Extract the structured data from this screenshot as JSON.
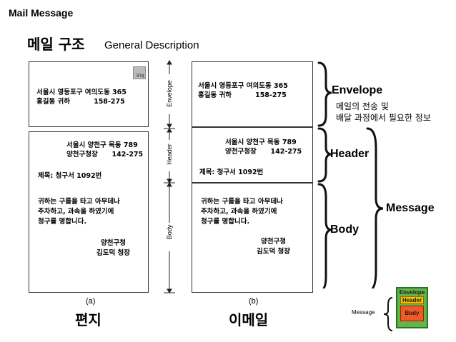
{
  "slide": {
    "title": "Mail Message",
    "heading": "메일 구조",
    "subheading": "General Description"
  },
  "letter": {
    "envelope_address": "서울시 영등포구 여의도동 365\n홍길동 귀하          158-275",
    "stamp_text": "37¢",
    "header_address": "서울시 양천구 목동 789\n양천구청장      142-275",
    "subject": "제목: 청구서 1092번",
    "body_text": "귀하는 구름을 타고 아무데나\n주차하고, 과속을 하였기에\n청구를 명합니다.",
    "signature": "양천구청\n김도덕 청장",
    "caption": "(a)",
    "korean_label": "편지"
  },
  "email": {
    "envelope_address": "서울시 영등포구 여의도동 365\n홍길동 귀하          158-275",
    "header_address": "서울시 양천구 목동 789\n양천구청장      142-275",
    "subject": "제목: 청구서 1092번",
    "body_text": "귀하는 구름을 타고 아무데나\n주차하고, 과속을 하였기에\n청구를 명합니다.",
    "signature": "양천구청\n김도덕 청장",
    "caption": "(b)",
    "korean_label": "이메일"
  },
  "dimensions": {
    "envelope": "Envelope",
    "header": "Header",
    "body": "Body"
  },
  "labels": {
    "envelope": "Envelope",
    "envelope_note": "메일의 전송 및\n배달 과정에서 필요한 정보",
    "header": "Header",
    "body": "Body",
    "message": "Message"
  },
  "mini_diagram": {
    "message": "Message",
    "envelope": "Envelope",
    "header": "Header",
    "body": "Body",
    "colors": {
      "envelope": "#6ab04c",
      "header": "#f2c200",
      "body": "#f15a24",
      "border": "#1b7a1b"
    }
  }
}
